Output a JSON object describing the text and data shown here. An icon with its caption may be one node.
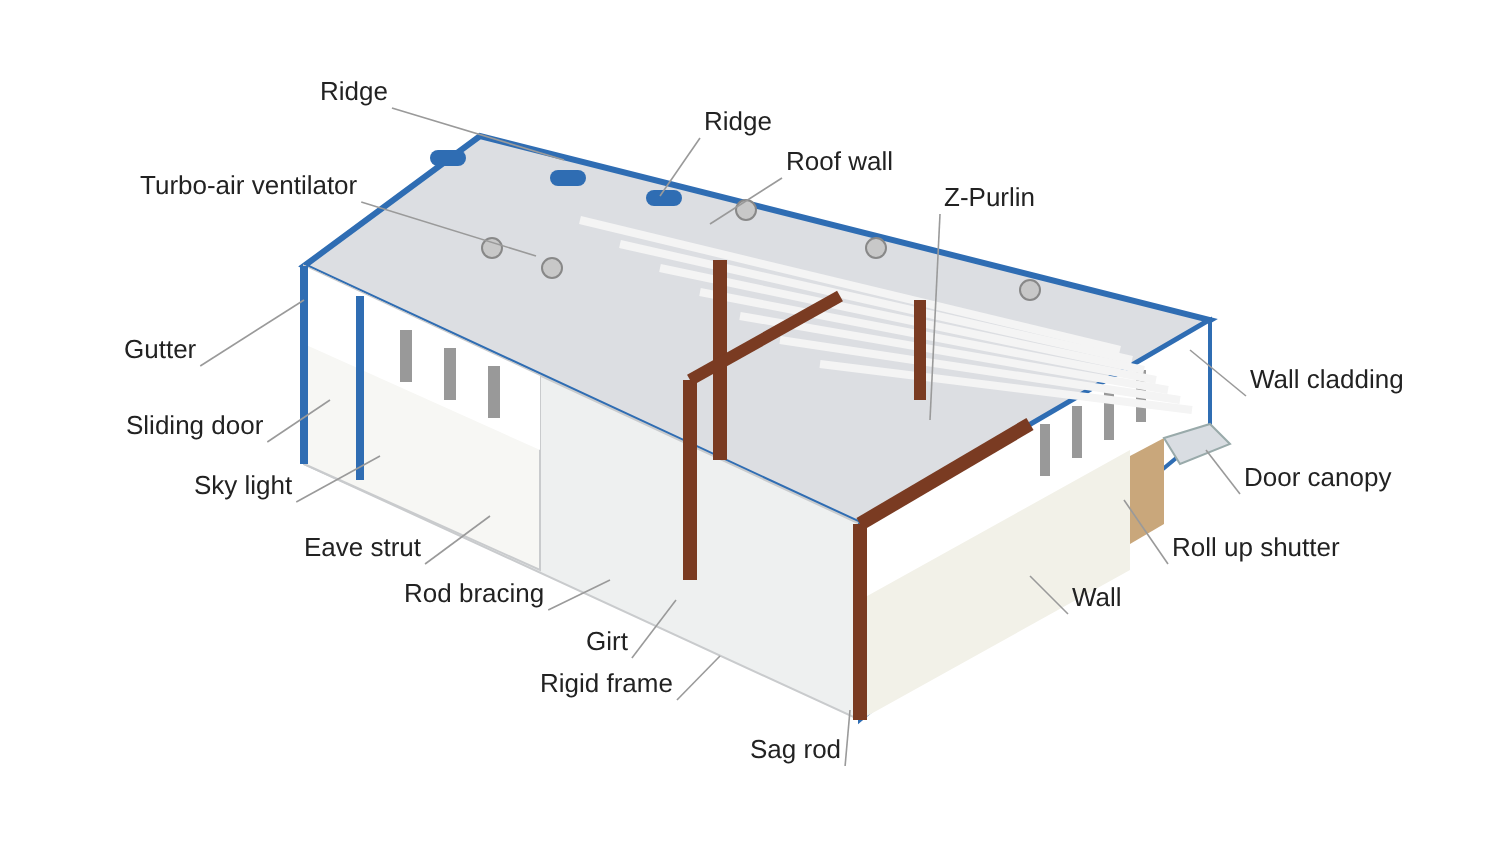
{
  "diagram": {
    "nodes": [
      {
        "text": [
          "Ridge"
        ]
      },
      {
        "text": [
          "Ridge"
        ]
      },
      {
        "text": [
          "Roof wall"
        ]
      },
      {
        "text": [
          "Turbo-air ventilator"
        ]
      },
      {
        "text": [
          "Z-Purlin"
        ]
      },
      {
        "text": [
          "Gutter"
        ]
      },
      {
        "text": [
          "Wall cladding"
        ]
      },
      {
        "text": [
          "Sliding door"
        ]
      },
      {
        "text": [
          "Door canopy"
        ]
      },
      {
        "text": [
          "Sky light"
        ]
      },
      {
        "text": [
          "Eave strut"
        ]
      },
      {
        "text": [
          "Roll up shutter"
        ]
      },
      {
        "text": [
          "Rod bracing"
        ]
      },
      {
        "text": [
          "Wall"
        ]
      },
      {
        "text": [
          "Girt"
        ]
      },
      {
        "text": [
          "Rigid frame"
        ]
      },
      {
        "text": [
          "Sag rod"
        ]
      }
    ],
    "edges": [
      {
        "from": 0,
        "to": null,
        "arrow": "none"
      },
      {
        "from": 1,
        "to": null,
        "arrow": "none"
      },
      {
        "from": 2,
        "to": null,
        "arrow": "none"
      },
      {
        "from": 3,
        "to": null,
        "arrow": "none"
      },
      {
        "from": 4,
        "to": null,
        "arrow": "none"
      },
      {
        "from": 5,
        "to": null,
        "arrow": "none"
      },
      {
        "from": 6,
        "to": null,
        "arrow": "none"
      },
      {
        "from": 7,
        "to": null,
        "arrow": "none"
      },
      {
        "from": 8,
        "to": null,
        "arrow": "none"
      },
      {
        "from": 9,
        "to": null,
        "arrow": "none"
      },
      {
        "from": 10,
        "to": null,
        "arrow": "none"
      },
      {
        "from": 11,
        "to": null,
        "arrow": "none"
      },
      {
        "from": 12,
        "to": null,
        "arrow": "none"
      },
      {
        "from": 13,
        "to": null,
        "arrow": "none"
      },
      {
        "from": 14,
        "to": null,
        "arrow": "none"
      },
      {
        "from": 15,
        "to": null,
        "arrow": "none"
      },
      {
        "from": 16,
        "to": null,
        "arrow": "none"
      }
    ]
  }
}
